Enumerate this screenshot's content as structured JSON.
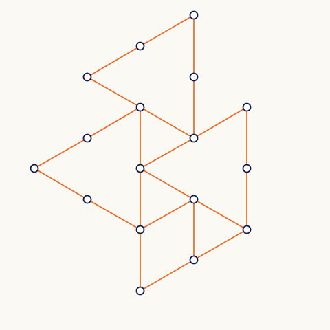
{
  "colors": {
    "background": "#faf9f3",
    "edge": "#ee6723",
    "node_fill": "#ffffff",
    "node_stroke": "#101a4e"
  },
  "graph": {
    "nodes": [
      {
        "id": "n1"
      },
      {
        "id": "n2"
      },
      {
        "id": "n3"
      },
      {
        "id": "n4"
      },
      {
        "id": "n5"
      },
      {
        "id": "n6"
      },
      {
        "id": "n7"
      },
      {
        "id": "n8"
      },
      {
        "id": "n9"
      },
      {
        "id": "n10"
      },
      {
        "id": "n11"
      },
      {
        "id": "n12"
      },
      {
        "id": "n13"
      },
      {
        "id": "n14"
      },
      {
        "id": "n15"
      },
      {
        "id": "n16"
      },
      {
        "id": "n17"
      }
    ],
    "edges": [
      [
        "n1",
        "n2"
      ],
      [
        "n2",
        "n3"
      ],
      [
        "n3",
        "n5"
      ],
      [
        "n5",
        "n7"
      ],
      [
        "n7",
        "n4"
      ],
      [
        "n4",
        "n1"
      ],
      [
        "n5",
        "n6"
      ],
      [
        "n6",
        "n8"
      ],
      [
        "n8",
        "n11"
      ],
      [
        "n11",
        "n10"
      ],
      [
        "n10",
        "n5"
      ],
      [
        "n9",
        "n7"
      ],
      [
        "n9",
        "n10"
      ],
      [
        "n6",
        "n9"
      ],
      [
        "n9",
        "n12"
      ],
      [
        "n12",
        "n14"
      ],
      [
        "n10",
        "n13"
      ],
      [
        "n13",
        "n15"
      ],
      [
        "n11",
        "n15"
      ],
      [
        "n13",
        "n14"
      ],
      [
        "n14",
        "n17"
      ],
      [
        "n17",
        "n16"
      ],
      [
        "n16",
        "n15"
      ],
      [
        "n13",
        "n16"
      ]
    ]
  }
}
